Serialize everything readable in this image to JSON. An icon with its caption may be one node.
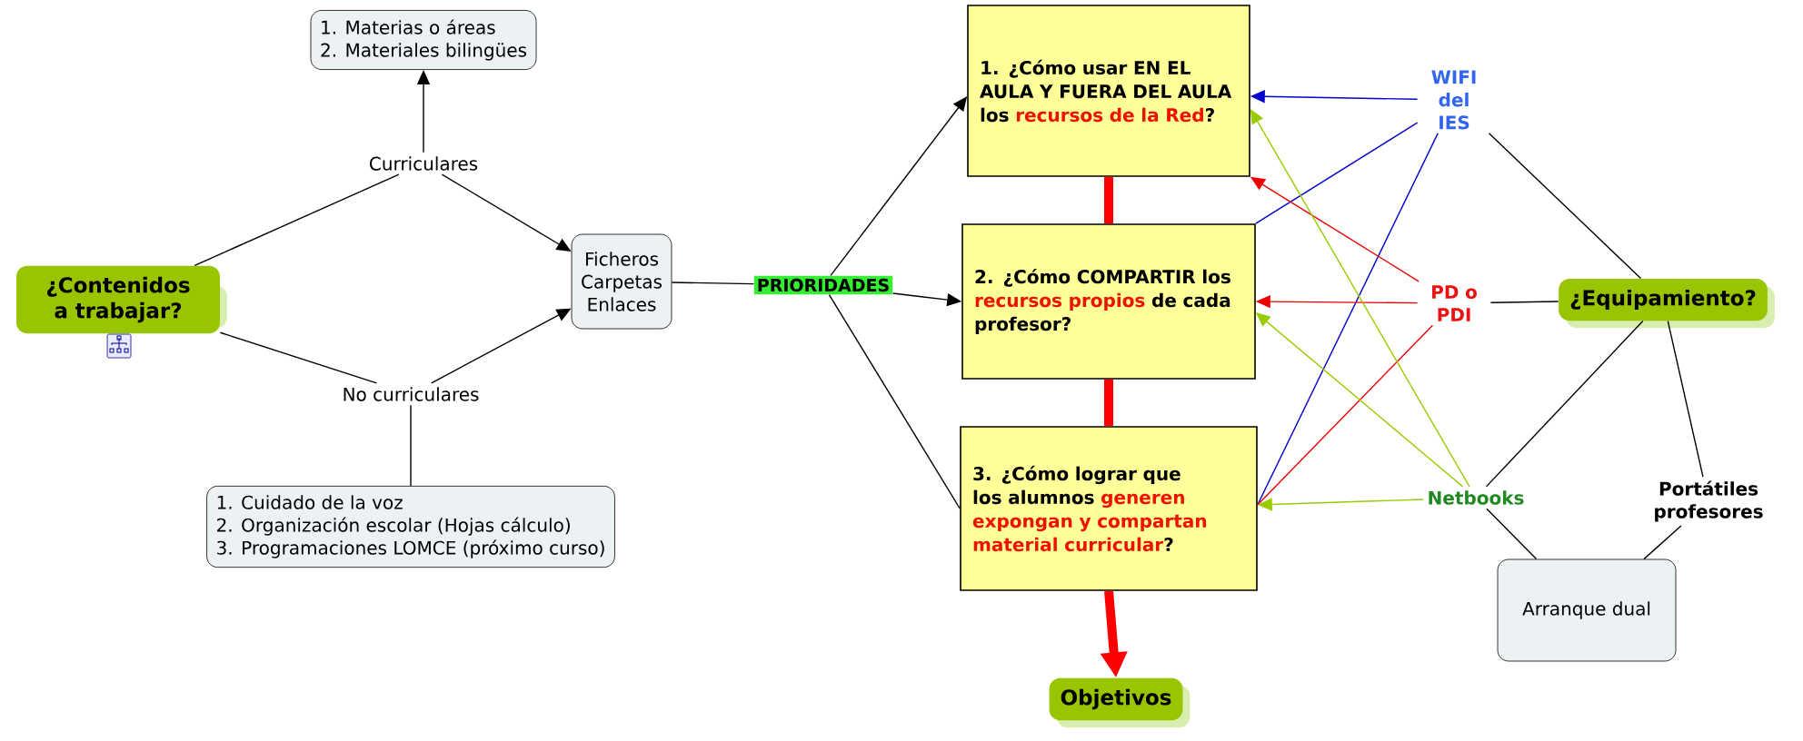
{
  "diagram": {
    "nodes": [
      {
        "text": [
          "¿Contenidos a trabajar?"
        ]
      },
      {
        "text": [
          "Curriculares"
        ]
      },
      {
        "text": [
          "1. Materias o áreas",
          "2. Materiales bilingües"
        ]
      },
      {
        "text": [
          "No curriculares"
        ]
      },
      {
        "text": [
          "1. Cuidado de la voz",
          "2. Organización escolar (Hojas cálculo)",
          "3. Programaciones LOMCE (próximo curso)"
        ]
      },
      {
        "text": [
          "Ficheros",
          "Carpetas",
          "Enlaces"
        ]
      },
      {
        "text": [
          "PRIORIDADES"
        ]
      },
      {
        "text": [
          "1. ¿Cómo usar EN EL AULA Y FUERA DEL AULA los",
          "recursos de la Red",
          "?"
        ]
      },
      {
        "text": [
          "2. ¿Cómo COMPARTIR los",
          "recursos propios",
          "de cada profesor?"
        ]
      },
      {
        "text": [
          "3. ¿Cómo lograr que los alumnos",
          "generen expongan y compartan material curricular",
          "?"
        ]
      },
      {
        "text": [
          "Objetivos"
        ]
      },
      {
        "text": [
          "WIFI del IES"
        ]
      },
      {
        "text": [
          "PD o PDI"
        ]
      },
      {
        "text": [
          "¿Equipamiento?"
        ]
      },
      {
        "text": [
          "Netbooks"
        ]
      },
      {
        "text": [
          "Portátiles profesores"
        ]
      },
      {
        "text": [
          "Arranque dual"
        ]
      }
    ],
    "edges": [
      {
        "from": 0,
        "to": 1,
        "arrow": "none"
      },
      {
        "from": 1,
        "to": 2,
        "arrow": "to"
      },
      {
        "from": 1,
        "to": 5,
        "arrow": "to"
      },
      {
        "from": 0,
        "to": 3,
        "arrow": "none"
      },
      {
        "from": 3,
        "to": 5,
        "arrow": "to"
      },
      {
        "from": 3,
        "to": 4,
        "arrow": "none"
      },
      {
        "from": 5,
        "to": 6,
        "arrow": "none"
      },
      {
        "from": 6,
        "to": 7,
        "arrow": "to"
      },
      {
        "from": 6,
        "to": 8,
        "arrow": "to"
      },
      {
        "from": 6,
        "to": 9,
        "arrow": "none"
      },
      {
        "from": 7,
        "to": 8,
        "arrow": "none",
        "style": "thick",
        "color": "#ff0000"
      },
      {
        "from": 8,
        "to": 9,
        "arrow": "none",
        "style": "thick",
        "color": "#ff0000"
      },
      {
        "from": 9,
        "to": 10,
        "arrow": "to",
        "style": "thick",
        "color": "#ff0000"
      },
      {
        "from": 13,
        "to": 11,
        "arrow": "none"
      },
      {
        "from": 13,
        "to": 12,
        "arrow": "none"
      },
      {
        "from": 13,
        "to": 14,
        "arrow": "none"
      },
      {
        "from": 13,
        "to": 15,
        "arrow": "none"
      },
      {
        "from": 14,
        "to": 16,
        "arrow": "none"
      },
      {
        "from": 15,
        "to": 16,
        "arrow": "none"
      },
      {
        "from": 11,
        "to": 7,
        "arrow": "to",
        "color": "#0000cc"
      },
      {
        "from": 11,
        "to": 8,
        "arrow": "none",
        "color": "#0000cc"
      },
      {
        "from": 11,
        "to": 9,
        "arrow": "none",
        "color": "#0000cc"
      },
      {
        "from": 12,
        "to": 7,
        "arrow": "to",
        "color": "#ee0000"
      },
      {
        "from": 12,
        "to": 8,
        "arrow": "to",
        "color": "#ee0000"
      },
      {
        "from": 12,
        "to": 9,
        "arrow": "none",
        "color": "#ee0000"
      },
      {
        "from": 14,
        "to": 7,
        "arrow": "to",
        "color": "#99cc00"
      },
      {
        "from": 14,
        "to": 8,
        "arrow": "to",
        "color": "#99cc00"
      },
      {
        "from": 14,
        "to": 9,
        "arrow": "to",
        "color": "#99cc00"
      }
    ]
  }
}
